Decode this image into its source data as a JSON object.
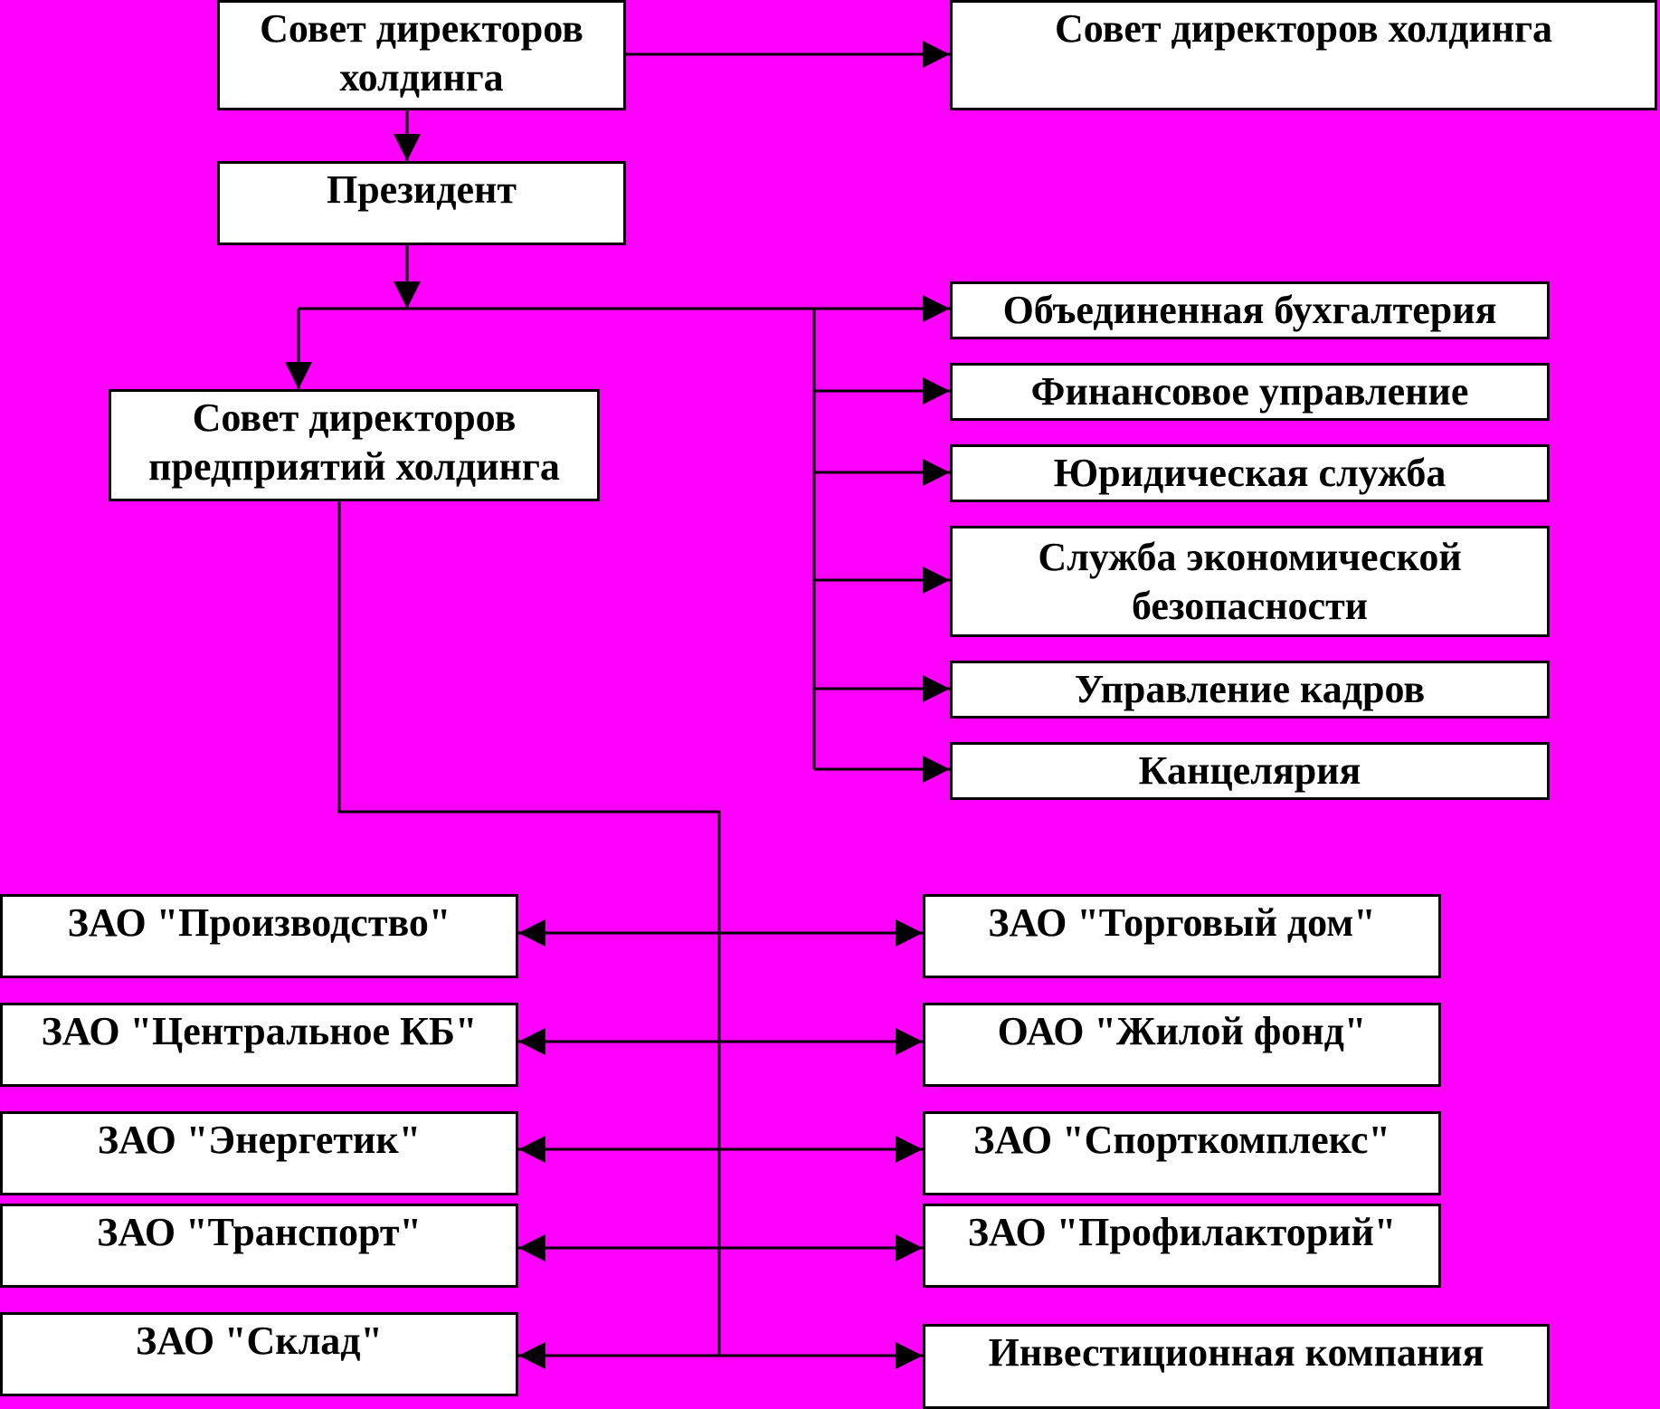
{
  "background_color": "#ff00ff",
  "nodes": {
    "board_holding_left": {
      "line1": "Совет директоров",
      "line2": "холдинга"
    },
    "board_holding_right": "Совет директоров холдинга",
    "president": "Президент",
    "board_enterprises": {
      "line1": "Совет директоров",
      "line2": "предприятий холдинга"
    },
    "services": [
      "Объединенная бухгалтерия",
      "Финансовое управление",
      "Юридическая служба",
      {
        "line1": "Служба экономической",
        "line2": "безопасности"
      },
      "Управление кадров",
      "Канцелярия"
    ],
    "companies_left": [
      "ЗАО \"Производство\"",
      "ЗАО \"Центральное КБ\"",
      "ЗАО \"Энергетик\"",
      "ЗАО \"Транспорт\"",
      "ЗАО \"Склад\""
    ],
    "companies_right": [
      "ЗАО \"Торговый дом\"",
      "ОАО \"Жилой фонд\"",
      "ЗАО \"Спорткомплекс\"",
      "ЗАО \"Профилакторий\"",
      "Инвестиционная компания"
    ]
  }
}
